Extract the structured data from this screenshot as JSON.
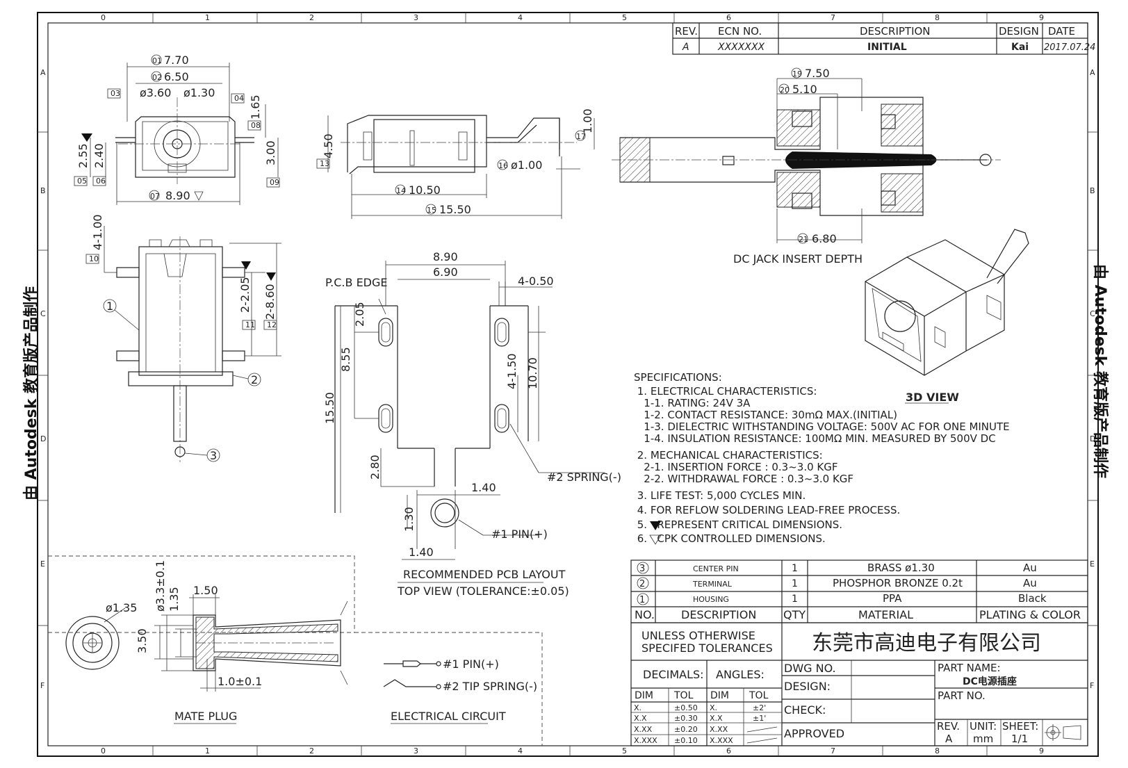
{
  "grid": {
    "columns": [
      "0",
      "1",
      "2",
      "3",
      "4",
      "5",
      "6",
      "7",
      "8",
      "9"
    ],
    "rows": [
      "A",
      "B",
      "C",
      "D",
      "E",
      "F"
    ]
  },
  "watermark": "由 Autodesk 教育版产品制作",
  "revision_table": {
    "headers": [
      "REV.",
      "ECN NO.",
      "DESCRIPTION",
      "DESIGN",
      "DATE"
    ],
    "row": [
      "A",
      "XXXXXXX",
      "INITIAL",
      "Kai",
      "2017.07.24"
    ]
  },
  "front_view": {
    "dims": [
      {
        "tag": "01",
        "value": "7.70"
      },
      {
        "tag": "02",
        "value": "6.50"
      },
      {
        "tag": "03",
        "value": ""
      },
      {
        "tag": "04",
        "value": ""
      },
      {
        "tag": "05",
        "value": ""
      },
      {
        "tag": "06",
        "value": ""
      },
      {
        "tag": "07",
        "value": "8.90"
      },
      {
        "tag": "08",
        "value": ""
      },
      {
        "tag": "09",
        "value": ""
      }
    ],
    "hole_outer": "ø3.60",
    "hole_inner": "ø1.30",
    "h1": "1.65",
    "h2": "2.55",
    "h3": "2.40",
    "h4": "3.00"
  },
  "side_view": {
    "height": {
      "tag": "13",
      "value": "4.50"
    },
    "len1": {
      "tag": "14",
      "value": "10.50"
    },
    "len2": {
      "tag": "15",
      "value": "15.50"
    },
    "pin_dia": {
      "tag": "16",
      "value": "ø1.00"
    },
    "pin_h": {
      "tag": "17",
      "value": "1.00"
    }
  },
  "top_view": {
    "d10": {
      "tag": "10",
      "value": "4-1.00"
    },
    "d11": {
      "tag": "11",
      "value": "2-2.05"
    },
    "d12": {
      "tag": "12",
      "value": "2-8.60"
    },
    "balloons": [
      "1",
      "2",
      "3"
    ]
  },
  "insert_depth": {
    "d19": {
      "tag": "19",
      "value": "7.50"
    },
    "d20": {
      "tag": "20",
      "value": "5.10"
    },
    "d21": {
      "tag": "21",
      "value": "6.80"
    },
    "caption": "DC JACK INSERT DEPTH"
  },
  "view3d_label": "3D VIEW",
  "pcb_layout": {
    "w1": "8.90",
    "w2": "6.90",
    "slot": "4-0.50",
    "pcb_edge": "P.C.B EDGE",
    "h205": "2.05",
    "h855": "8.55",
    "h1550": "15.50",
    "h280": "2.80",
    "h410": "4-1.50",
    "h1070": "10.70",
    "w140a": "1.40",
    "h130": "1.30",
    "w140b": "1.40",
    "spring": "#2 SPRING(-)",
    "pin": "#1 PIN(+)",
    "title": "RECOMMENDED PCB LAYOUT",
    "subtitle": "TOP VIEW (TOLERANCE:±0.05)"
  },
  "specifications": {
    "heading": "SPECIFICATIONS:",
    "lines": [
      " 1. ELECTRICAL CHARACTERISTICS:",
      "   1-1. RATING: 24V 3A",
      "   1-2. CONTACT RESISTANCE: 30mΩ MAX.(INITIAL)",
      "   1-3. DIELECTRIC WITHSTANDING VOLTAGE: 500V AC FOR ONE MINUTE",
      "   1-4. INSULATION RESISTANCE: 100MΩ MIN. MEASURED BY 500V DC",
      " 2. MECHANICAL CHARACTERISTICS:",
      "   2-1. INSERTION FORCE : 0.3~3.0 KGF",
      "   2-2. WITHDRAWAL FORCE : 0.3~3.0 KGF",
      " 3. LIFE TEST: 5,000 CYCLES MIN.",
      " 4. FOR REFLOW SOLDERING LEAD-FREE PROCESS.",
      " 5.   REPRESENT CRITICAL DIMENSIONS.",
      " 6.   CPK CONTROLLED DIMENSIONS."
    ]
  },
  "bom": {
    "headers": [
      "NO.",
      "DESCRIPTION",
      "QTY",
      "MATERIAL",
      "PLATING & COLOR"
    ],
    "rows": [
      {
        "no": "3",
        "desc": "CENTER PIN",
        "qty": "1",
        "material": "BRASS ø1.30",
        "plating": "Au"
      },
      {
        "no": "2",
        "desc": "TERMINAL",
        "qty": "1",
        "material": "PHOSPHOR BRONZE 0.2t",
        "plating": "Au"
      },
      {
        "no": "1",
        "desc": "HOUSING",
        "qty": "1",
        "material": "PPA",
        "plating": "Black"
      }
    ]
  },
  "title_block": {
    "tol_line1": "UNLESS OTHERWISE",
    "tol_line2": "SPECIFED TOLERANCES",
    "company": "东莞市高迪电子有限公司",
    "decimals": "DECIMALS:",
    "angles": "ANGLES:",
    "dim": "DIM",
    "tol": "TOL",
    "dec_rows": [
      [
        "X.",
        "±0.50"
      ],
      [
        "X.X",
        "±0.30"
      ],
      [
        "X.XX",
        "±0.20"
      ],
      [
        "X.XXX",
        "±0.10"
      ]
    ],
    "ang_rows": [
      [
        "X.",
        "±2'"
      ],
      [
        "X.X",
        "±1'"
      ],
      [
        "X.XX",
        ""
      ],
      [
        "X.XXX",
        ""
      ]
    ],
    "dwg_no": "DWG NO.",
    "design": "DESIGN:",
    "check": "CHECK:",
    "approved": "APPROVED",
    "part_name_label": "PART NAME:",
    "part_name": "DC电源插座",
    "part_no_label": "PART NO.",
    "rev_label": "REV.",
    "rev": "A",
    "unit_label": "UNIT:",
    "unit": "mm",
    "sheet_label": "SHEET:",
    "sheet": "1/1"
  },
  "mate_plug": {
    "dia": "ø1.35",
    "d1": "ø3.3±0.1",
    "d2": "1.35",
    "d3": "1.50",
    "d4": "3.50",
    "d5": "1.0±0.1",
    "label": "MATE PLUG"
  },
  "circuit": {
    "pin": "#1 PIN(+)",
    "spring": "#2 TIP SPRING(-)",
    "label": "ELECTRICAL CIRCUIT"
  }
}
